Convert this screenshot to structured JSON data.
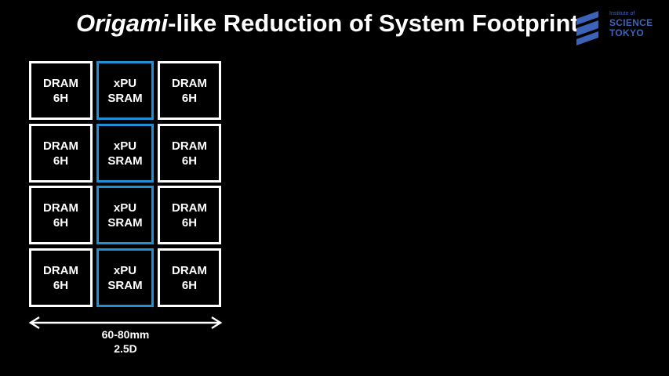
{
  "title": {
    "italic": "Origami",
    "rest": "-like Reduction of System Footprint"
  },
  "logo": {
    "line1": "Institute of",
    "line2": "SCIENCE",
    "line3": "TOKYO",
    "color": "#3d63b8"
  },
  "colors": {
    "background": "#000000",
    "block_border": "#ffffff",
    "xpu_border": "#1f8fd6"
  },
  "grid": {
    "rows": [
      {
        "left": {
          "l1": "DRAM",
          "l2": "6H"
        },
        "mid": {
          "l1": "xPU",
          "l2": "SRAM"
        },
        "right": {
          "l1": "DRAM",
          "l2": "6H"
        }
      },
      {
        "left": {
          "l1": "DRAM",
          "l2": "6H"
        },
        "mid": {
          "l1": "xPU",
          "l2": "SRAM"
        },
        "right": {
          "l1": "DRAM",
          "l2": "6H"
        }
      },
      {
        "left": {
          "l1": "DRAM",
          "l2": "6H"
        },
        "mid": {
          "l1": "xPU",
          "l2": "SRAM"
        },
        "right": {
          "l1": "DRAM",
          "l2": "6H"
        }
      },
      {
        "left": {
          "l1": "DRAM",
          "l2": "6H"
        },
        "mid": {
          "l1": "xPU",
          "l2": "SRAM"
        },
        "right": {
          "l1": "DRAM",
          "l2": "6H"
        }
      }
    ]
  },
  "dimension": {
    "size": "60-80mm",
    "type": "2.5D"
  }
}
